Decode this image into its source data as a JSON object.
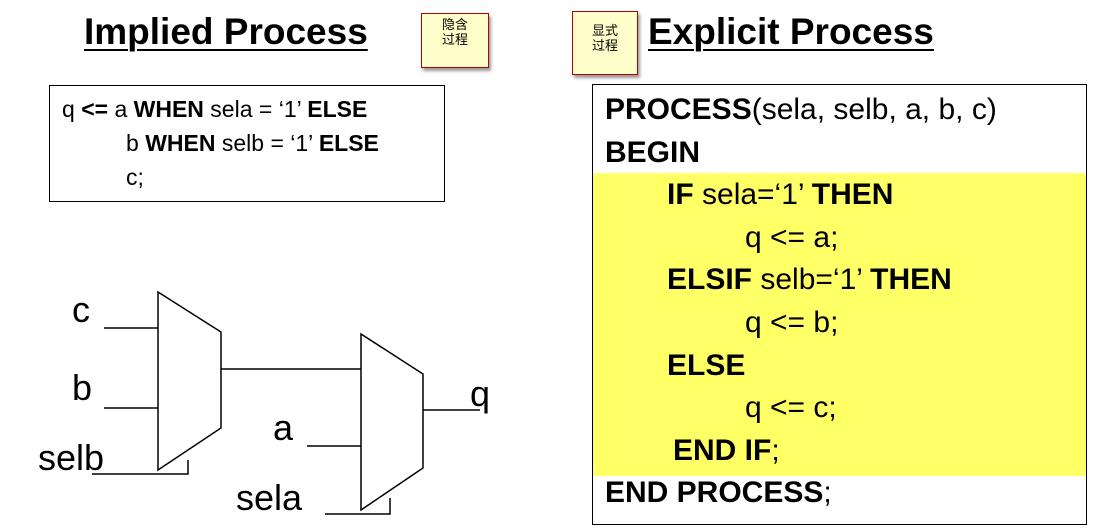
{
  "titles": {
    "implied": "Implied Process",
    "explicit": "Explicit Process"
  },
  "notes": {
    "implied": [
      "隐含",
      "过程"
    ],
    "explicit": [
      "显式",
      "过程"
    ]
  },
  "implied_code": {
    "line1": {
      "q": "q ",
      "op": "<=",
      "a": " a ",
      "when": "WHEN",
      "cond": " sela = ‘1’ ",
      "else": "ELSE"
    },
    "line2": {
      "b": "b ",
      "when": "WHEN",
      "cond": " selb = ‘1’ ",
      "else": "ELSE"
    },
    "line3": "c;"
  },
  "explicit_code": {
    "line1": {
      "kw": "PROCESS",
      "rest": "(sela, selb, a, b, c)"
    },
    "line2": "BEGIN",
    "line3": {
      "kw": "IF",
      "cond": " sela=‘1’ ",
      "then": "THEN"
    },
    "line4": "q <= a;",
    "line5": {
      "kw": "ELSIF",
      "cond": " selb=‘1’ ",
      "then": "THEN"
    },
    "line6": "q <= b;",
    "line7": "ELSE",
    "line8": "q <= c;",
    "line9": {
      "kw": "END IF",
      "rest": ";"
    },
    "line10": {
      "kw": "END PROCESS",
      "rest": ";"
    }
  },
  "diagram": {
    "labels": {
      "c": "c",
      "b": "b",
      "selb": "selb",
      "a": "a",
      "sela": "sela",
      "q": "q"
    }
  },
  "colors": {
    "highlight": "#ffff66",
    "note_bg": "#ffffcc",
    "note_border": "#b40000"
  }
}
